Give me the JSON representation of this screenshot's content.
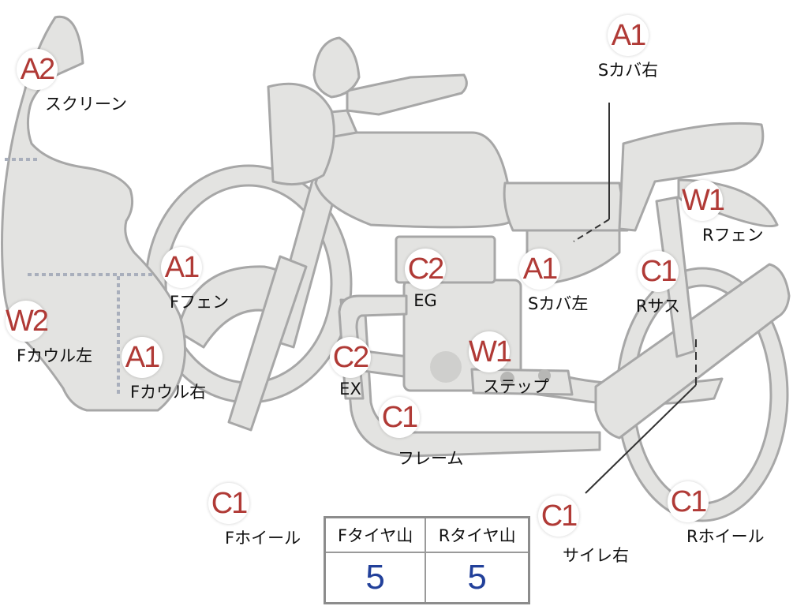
{
  "callouts": [
    {
      "id": "screen",
      "code": "A2",
      "label": "スクリーン"
    },
    {
      "id": "sc-right",
      "code": "A1",
      "label": "Sカバ右"
    },
    {
      "id": "r-fender",
      "code": "W1",
      "label": "Rフェン"
    },
    {
      "id": "f-fender",
      "code": "A1",
      "label": "Fフェン"
    },
    {
      "id": "engine",
      "code": "C2",
      "label": "EG"
    },
    {
      "id": "sc-left",
      "code": "A1",
      "label": "Sカバ左"
    },
    {
      "id": "r-susp",
      "code": "C1",
      "label": "Rサス"
    },
    {
      "id": "f-cowl-left",
      "code": "W2",
      "label": "Fカウル左"
    },
    {
      "id": "f-cowl-right",
      "code": "A1",
      "label": "Fカウル右"
    },
    {
      "id": "exhaust",
      "code": "C2",
      "label": "EX"
    },
    {
      "id": "step",
      "code": "W1",
      "label": "ステップ"
    },
    {
      "id": "frame",
      "code": "C1",
      "label": "フレーム"
    },
    {
      "id": "f-wheel",
      "code": "C1",
      "label": "Fホイール"
    },
    {
      "id": "silencer-r",
      "code": "C1",
      "label": "サイレ右"
    },
    {
      "id": "r-wheel",
      "code": "C1",
      "label": "Rホイール"
    }
  ],
  "tread": {
    "front_header": "Fタイヤ山",
    "rear_header": "Rタイヤ山",
    "front_value": "5",
    "rear_value": "5"
  },
  "colors": {
    "body": "#e3e3e1",
    "outline": "#a7a7a7",
    "code_text": "#b03a36",
    "value_text": "#22409a"
  }
}
